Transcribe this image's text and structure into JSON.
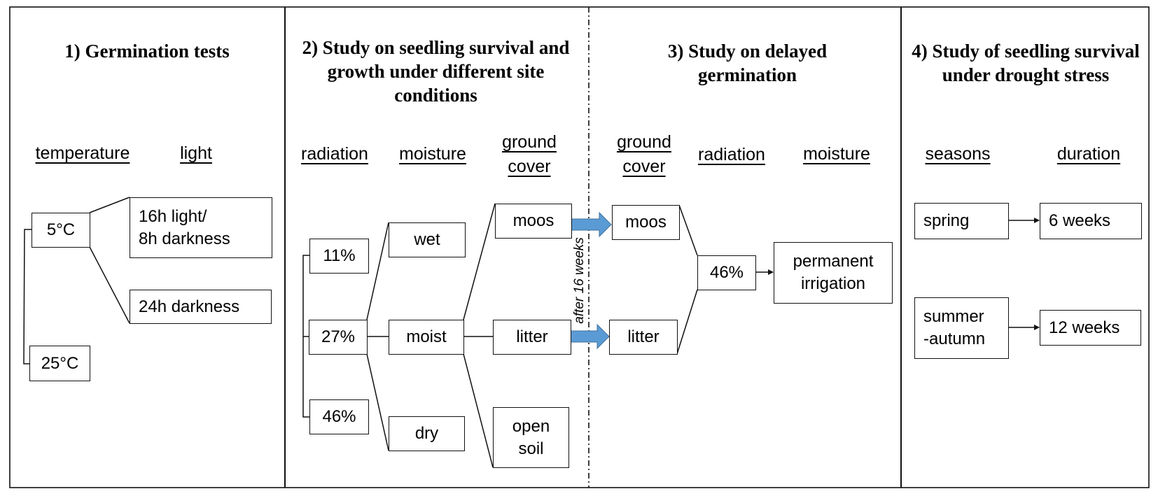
{
  "panels": [
    {
      "title": "1) Germination tests",
      "headers": [
        "temperature",
        "light"
      ],
      "nodes": {
        "t5": "5°C",
        "t25": "25°C",
        "l16": "16h light/\n8h darkness",
        "l24": "24h darkness"
      }
    },
    {
      "title": "2) Study on seedling survival and growth under different site conditions",
      "headers": [
        "radiation",
        "moisture",
        "ground\ncover"
      ],
      "nodes": {
        "r11": "11%",
        "r27": "27%",
        "r46": "46%",
        "wet": "wet",
        "moist": "moist",
        "dry": "dry",
        "moos": "moos",
        "litter": "litter",
        "open_soil": "open\nsoil"
      }
    },
    {
      "title": "3) Study on delayed germination",
      "headers": [
        "ground\ncover",
        "radiation",
        "moisture"
      ],
      "transfer_label": "after 16 weeks",
      "nodes": {
        "moos": "moos",
        "litter": "litter",
        "r46": "46%",
        "irrigation": "permanent\nirrigation"
      }
    },
    {
      "title": "4) Study of seedling survival under drought stress",
      "headers": [
        "seasons",
        "duration"
      ],
      "nodes": {
        "spring": "spring",
        "summer": "summer\n-autumn",
        "w6": "6 weeks",
        "w12": "12 weeks"
      }
    }
  ],
  "colors": {
    "line": "#111111",
    "transfer_arrow": "#5b9bd5",
    "transfer_arrow_edge": "#41719c"
  }
}
